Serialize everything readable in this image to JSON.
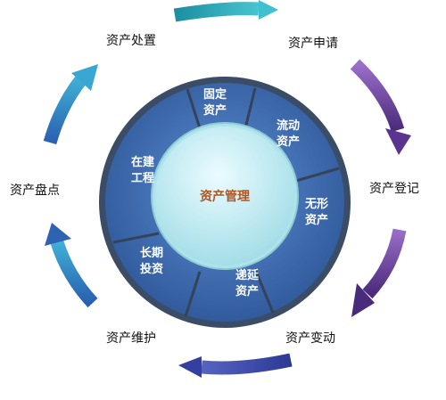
{
  "center": {
    "label": "资产管理"
  },
  "categories": [
    {
      "lines": [
        "固定",
        "资产"
      ]
    },
    {
      "lines": [
        "流动",
        "资产"
      ]
    },
    {
      "lines": [
        "无形",
        "资产"
      ]
    },
    {
      "lines": [
        "递延",
        "资产"
      ]
    },
    {
      "lines": [
        "长期",
        "投资"
      ]
    },
    {
      "lines": [
        "在建",
        "工程"
      ]
    }
  ],
  "lifecycle": [
    {
      "label": "资产申请"
    },
    {
      "label": "资产登记"
    },
    {
      "label": "资产变动"
    },
    {
      "label": "资产维护"
    },
    {
      "label": "资产盘点"
    },
    {
      "label": "资产处置"
    }
  ],
  "colors": {
    "ring_fill": "#3f6db0",
    "ring_border": "#3b4c66",
    "center_fill": "#c9f1f6",
    "center_text": "#b3541e",
    "arrow_teal": "#24a6b6",
    "arrow_purple": "#6a3d9c",
    "arrow_blue": "#3c4dab",
    "arrow_cyan": "#2b8fc4"
  }
}
